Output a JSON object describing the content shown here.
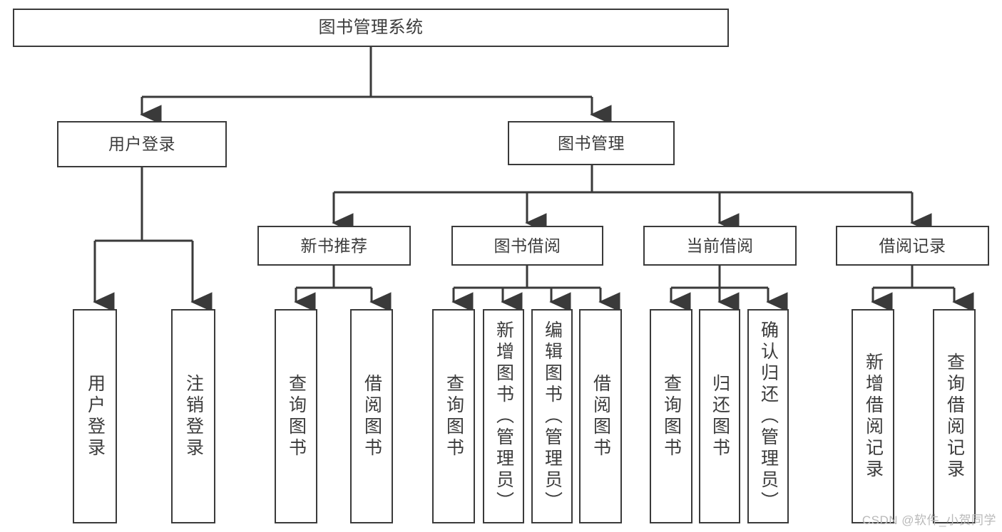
{
  "diagram": {
    "title": "图书管理系统",
    "type": "tree-hierarchy",
    "root": {
      "label": "图书管理系统"
    },
    "level1": [
      {
        "label": "用户登录"
      },
      {
        "label": "图书管理"
      }
    ],
    "level2": [
      {
        "label": "新书推荐",
        "parent": "图书管理"
      },
      {
        "label": "图书借阅",
        "parent": "图书管理"
      },
      {
        "label": "当前借阅",
        "parent": "图书管理"
      },
      {
        "label": "借阅记录",
        "parent": "图书管理"
      }
    ],
    "leaves": {
      "user_login": [
        {
          "label": "用户登录"
        },
        {
          "label": "注销登录"
        }
      ],
      "new_book_recommend": [
        {
          "label": "查询图书"
        },
        {
          "label": "借阅图书"
        }
      ],
      "book_borrow": [
        {
          "label": "查询图书"
        },
        {
          "label": "新增图书（管理员）"
        },
        {
          "label": "编辑图书（管理员）"
        },
        {
          "label": "借阅图书"
        }
      ],
      "current_borrow": [
        {
          "label": "查询图书"
        },
        {
          "label": "归还图书"
        },
        {
          "label": "确认归还（管理员）"
        }
      ],
      "borrow_record": [
        {
          "label": "新增借阅记录"
        },
        {
          "label": "查询借阅记录"
        }
      ]
    }
  },
  "watermark": {
    "text": "CSDN @软件_小贺同学"
  },
  "colors": {
    "background": "#ffffff",
    "border": "#3a3a3a",
    "text": "#3c3c3c",
    "connector": "#3a3a3a",
    "watermark": "#b9b9b9"
  }
}
